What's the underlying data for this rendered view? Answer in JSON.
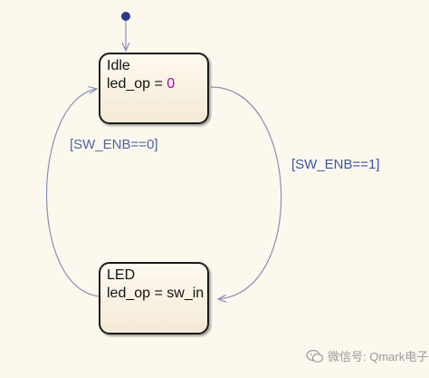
{
  "diagram": {
    "type": "stateflow",
    "states": [
      {
        "id": "idle",
        "name": "Idle",
        "action_lhs": "led_op = ",
        "action_rhs": "0"
      },
      {
        "id": "led",
        "name": "LED",
        "action_lhs": "led_op = sw_in",
        "action_rhs": ""
      }
    ],
    "transitions": [
      {
        "from": "idle",
        "to": "led",
        "condition": "[SW_ENB==1]"
      },
      {
        "from": "led",
        "to": "idle",
        "condition": "[SW_ENB==0]"
      }
    ],
    "default_transition_to": "idle",
    "colors": {
      "background": "#fcf8ee",
      "state_border": "#1a1a1a",
      "transition_line": "#8a8fb5",
      "condition_text": "#3b55a5",
      "action_value": "#b000b0",
      "default_dot": "#2b3a8a"
    }
  },
  "watermark": {
    "text": "微信号: Qmark电子"
  }
}
